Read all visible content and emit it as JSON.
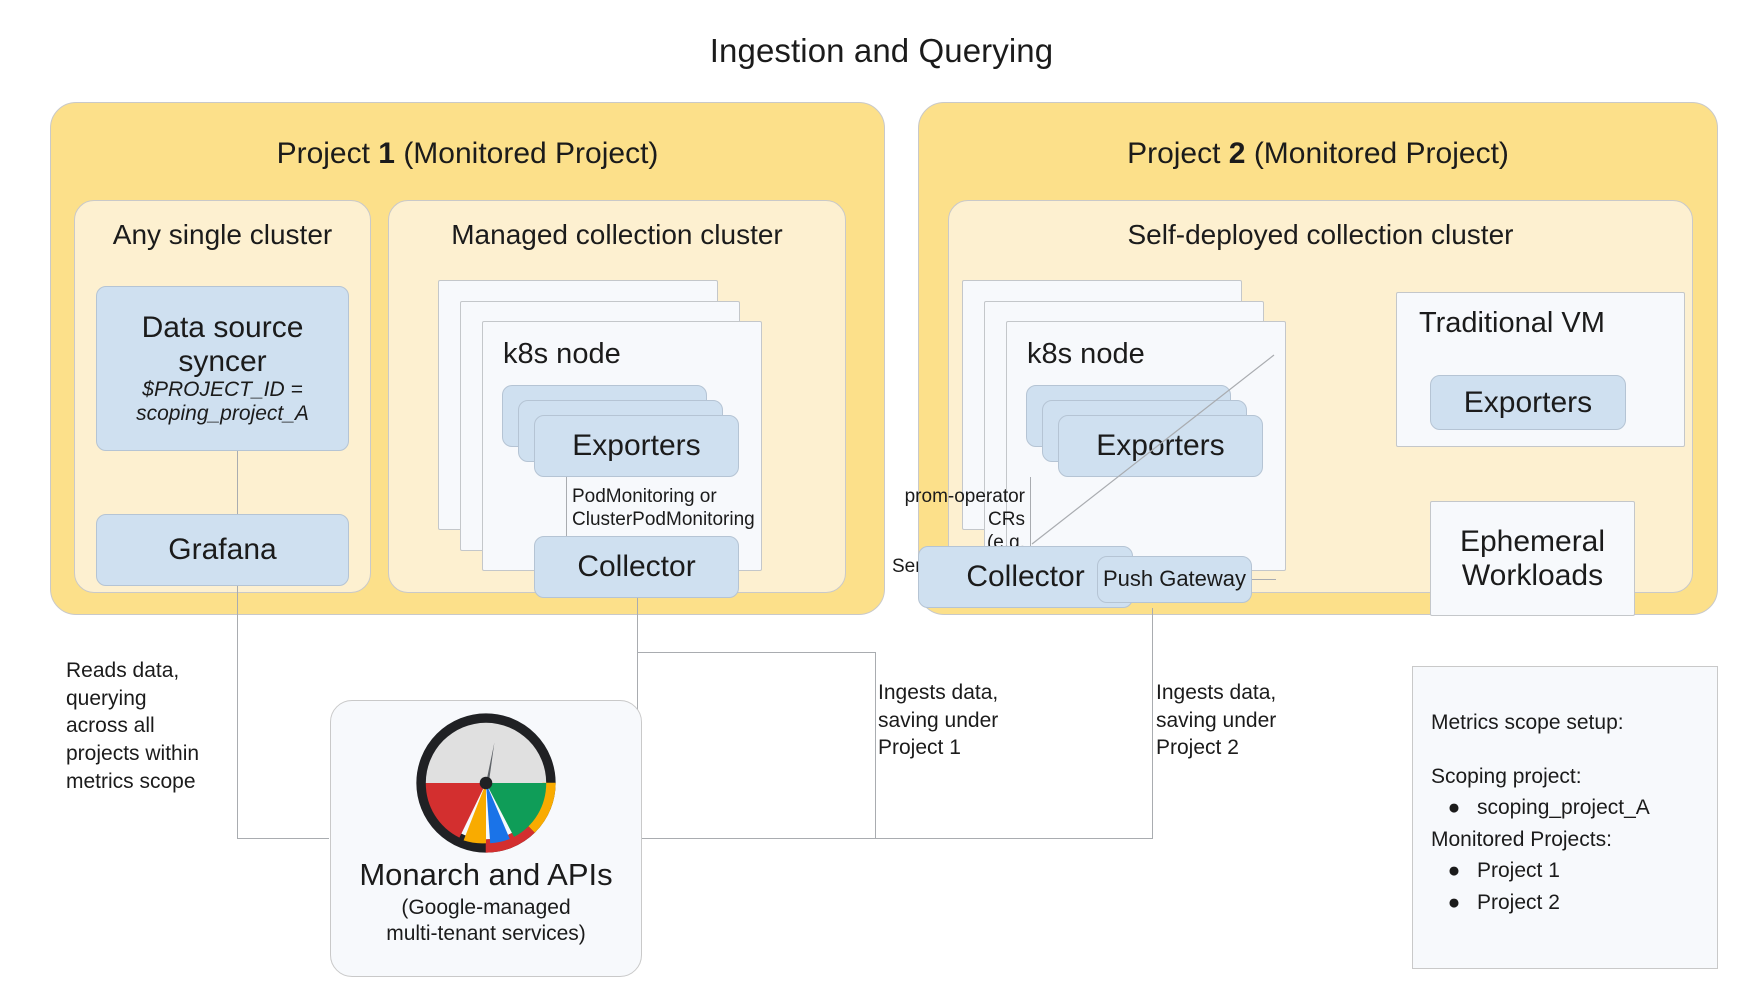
{
  "title": "Ingestion and Querying",
  "projects": [
    {
      "id": "project-1",
      "title_prefix": "Project ",
      "title_number": "1",
      "title_suffix": " (Monitored Project)",
      "clusters": [
        {
          "id": "any-single-cluster",
          "title": "Any single cluster",
          "boxes": [
            {
              "id": "data-source-syncer",
              "main": "Data source\nsyncer",
              "sub": "$PROJECT_ID =\nscoping_project_A"
            },
            {
              "id": "grafana",
              "main": "Grafana",
              "sub": ""
            }
          ]
        },
        {
          "id": "managed-collection-cluster",
          "title": "Managed collection cluster",
          "node_label": "k8s node",
          "boxes": [
            {
              "id": "exporters",
              "main": "Exporters"
            },
            {
              "id": "collector",
              "main": "Collector"
            }
          ],
          "edge_label": "PodMonitoring or\nClusterPodMonitoring"
        }
      ]
    },
    {
      "id": "project-2",
      "title_prefix": "Project ",
      "title_number": "2",
      "title_suffix": " (Monitored Project)",
      "clusters": [
        {
          "id": "self-deployed-collection-cluster",
          "title": "Self-deployed collection cluster",
          "node_label": "k8s node",
          "boxes": [
            {
              "id": "exporters",
              "main": "Exporters"
            },
            {
              "id": "collector",
              "main": "Collector"
            },
            {
              "id": "push-gateway",
              "main": "Push Gateway"
            }
          ],
          "edge_label": "prom-operator CRs\n(e.g. ServiceMonitor)",
          "side_cards": [
            {
              "id": "traditional-vm",
              "label": "Traditional VM",
              "inner_box": "Exporters"
            },
            {
              "id": "ephemeral-workloads",
              "label": "Ephemeral\nWorkloads"
            }
          ]
        }
      ]
    }
  ],
  "annotations": {
    "reads_data": "Reads data,\nquerying\nacross all\nprojects within\nmetrics scope",
    "ingests_project_1": "Ingests data,\nsaving under\nProject 1",
    "ingests_project_2": "Ingests data,\nsaving under\nProject 2"
  },
  "monarch": {
    "title": "Monarch and APIs",
    "subtitle": "(Google-managed\nmulti-tenant services)",
    "logo_colors": {
      "ring": "#202124",
      "dial": "#E0E0E0",
      "yellow": "#F9AB00",
      "red": "#D32F2F",
      "blue": "#1A73E8",
      "green": "#0F9D58"
    }
  },
  "legend": {
    "heading": "Metrics scope setup:",
    "scoping_heading": "Scoping project:",
    "scoping_items": [
      "scoping_project_A"
    ],
    "monitored_heading": "Monitored Projects:",
    "monitored_items": [
      "Project 1",
      "Project 2"
    ],
    "bullet": "●"
  },
  "colors": {
    "project_panel": "#FCE08A",
    "cluster_panel": "#FDF0D0",
    "blue_box": "#CFE0F0",
    "card": "#F7F9FC",
    "line": "#a9acb0"
  }
}
